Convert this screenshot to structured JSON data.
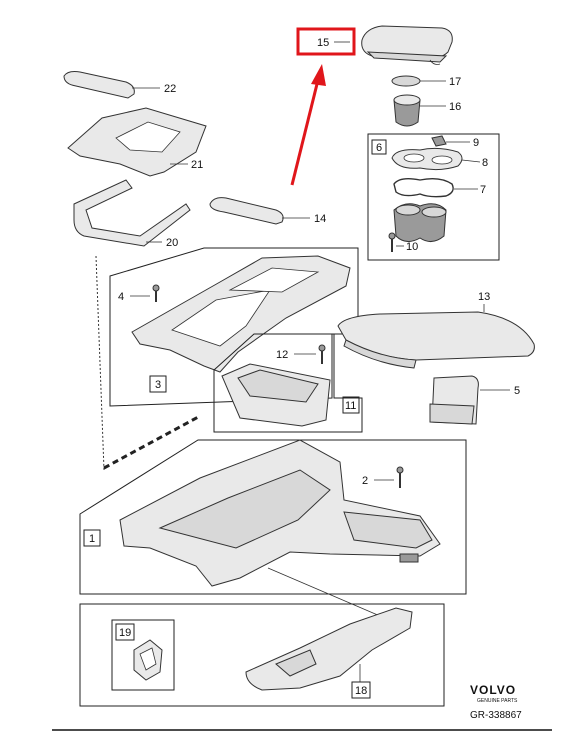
{
  "callouts": {
    "p1": "1",
    "p2": "2",
    "p3": "3",
    "p4": "4",
    "p5": "5",
    "p6": "6",
    "p7": "7",
    "p8": "8",
    "p9": "9",
    "p10": "10",
    "p11": "11",
    "p12": "12",
    "p13": "13",
    "p14": "14",
    "p15": "15",
    "p16": "16",
    "p17": "17",
    "p18": "18",
    "p19": "19",
    "p20": "20",
    "p21": "21",
    "p22": "22"
  },
  "brand": {
    "name": "VOLVO",
    "tagline": "GENUINE PARTS",
    "reference": "GR-338867"
  },
  "colors": {
    "highlight": "#e0161b",
    "line": "#333333",
    "part_fill": "#e9e9e9"
  }
}
